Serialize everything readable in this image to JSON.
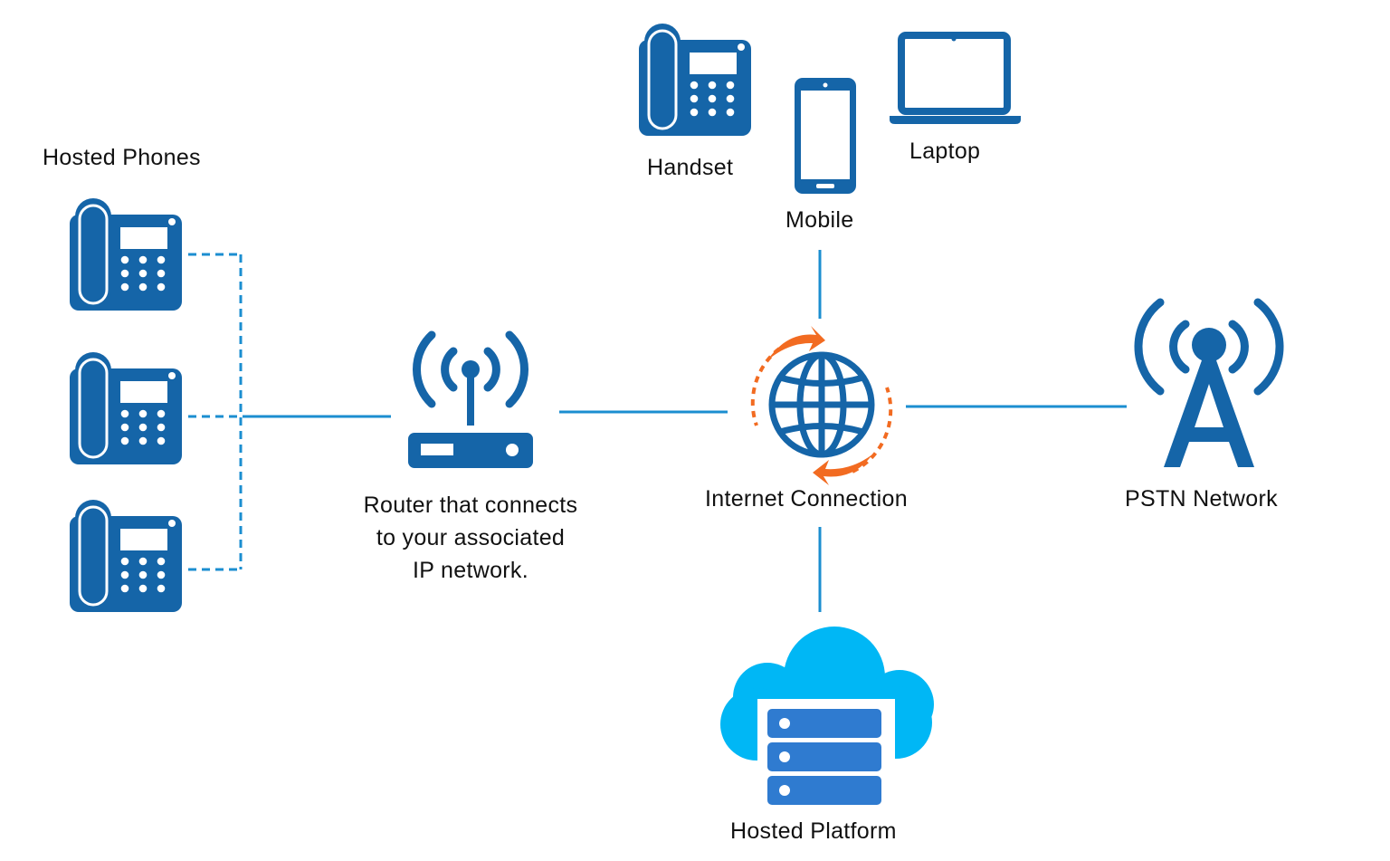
{
  "diagram": {
    "labels": {
      "hosted_phones": "Hosted Phones",
      "handset": "Handset",
      "mobile": "Mobile",
      "laptop": "Laptop",
      "router": [
        "Router that connects",
        "to your associated",
        "IP network."
      ],
      "internet": "Internet Connection",
      "pstn": "PSTN Network",
      "hosted_platform": "Hosted Platform"
    },
    "nodes": [
      {
        "id": "hosted-phone-1",
        "icon": "desk-phone-icon"
      },
      {
        "id": "hosted-phone-2",
        "icon": "desk-phone-icon"
      },
      {
        "id": "hosted-phone-3",
        "icon": "desk-phone-icon"
      },
      {
        "id": "router",
        "icon": "wifi-router-icon"
      },
      {
        "id": "internet",
        "icon": "globe-sync-icon"
      },
      {
        "id": "pstn",
        "icon": "radio-tower-icon"
      },
      {
        "id": "handset",
        "icon": "desk-phone-icon"
      },
      {
        "id": "mobile",
        "icon": "smartphone-icon"
      },
      {
        "id": "laptop",
        "icon": "laptop-icon"
      },
      {
        "id": "hosted-platform",
        "icon": "cloud-server-icon"
      }
    ],
    "edges": [
      {
        "from": "hosted-phone-1",
        "to": "router",
        "style": "dashed"
      },
      {
        "from": "hosted-phone-2",
        "to": "router",
        "style": "dashed"
      },
      {
        "from": "hosted-phone-3",
        "to": "router",
        "style": "dashed"
      },
      {
        "from": "router",
        "to": "internet",
        "style": "solid"
      },
      {
        "from": "internet",
        "to": "pstn",
        "style": "solid"
      },
      {
        "from": "internet",
        "to": "mobile",
        "style": "solid"
      },
      {
        "from": "internet",
        "to": "hosted-platform",
        "style": "solid"
      }
    ],
    "colors": {
      "icon_blue": "#1565a8",
      "line_blue": "#1b8ed0",
      "arrow_orange": "#f26b21",
      "cloud_blue": "#00b7f5",
      "server_blue": "#2f7bd0",
      "text": "#111111"
    }
  }
}
